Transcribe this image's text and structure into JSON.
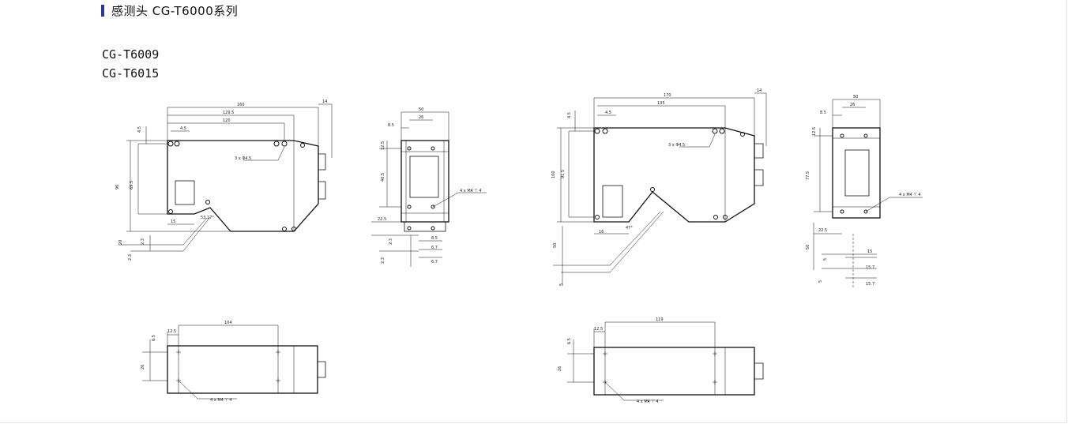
{
  "header": {
    "title": "感测头 CG-T6000系列",
    "accent_color": "#2b3990"
  },
  "models": [
    "CG-T6009",
    "CG-T6015"
  ],
  "drawing_1": {
    "front": {
      "dims": [
        "160",
        "129.5",
        "120",
        "4.5",
        "14",
        "4.5",
        "90",
        "69.5",
        "15",
        "53.17°",
        "20",
        "2.3",
        "2.3"
      ],
      "note": "3 x Φ4.5"
    },
    "side": {
      "dims": [
        "50",
        "26",
        "8.5",
        "12.5",
        "40.5",
        "22.5",
        "2.3",
        "2.3",
        "8.5",
        "6.7",
        "6.7"
      ],
      "note": "4 x M4 ⊤ 4"
    },
    "top": {
      "dims": [
        "104",
        "12.5",
        "6.5",
        "26"
      ],
      "note": "4 x M4 ⊤ 4"
    }
  },
  "drawing_2": {
    "front": {
      "dims": [
        "170",
        "135",
        "4.5",
        "14",
        "4.5",
        "100",
        "91.5",
        "16",
        "47°",
        "50",
        "5"
      ],
      "note": "3 x Φ4.5"
    },
    "side": {
      "dims": [
        "50",
        "26",
        "8.5",
        "12.5",
        "77.5",
        "22.5",
        "50",
        "5",
        "15",
        "5",
        "15.7",
        "15.7"
      ],
      "note": "4 x M4 ⊤ 4"
    },
    "top": {
      "dims": [
        "119",
        "12.5",
        "6.5",
        "26"
      ],
      "note": "4 x M4 ⊤ 4"
    }
  }
}
